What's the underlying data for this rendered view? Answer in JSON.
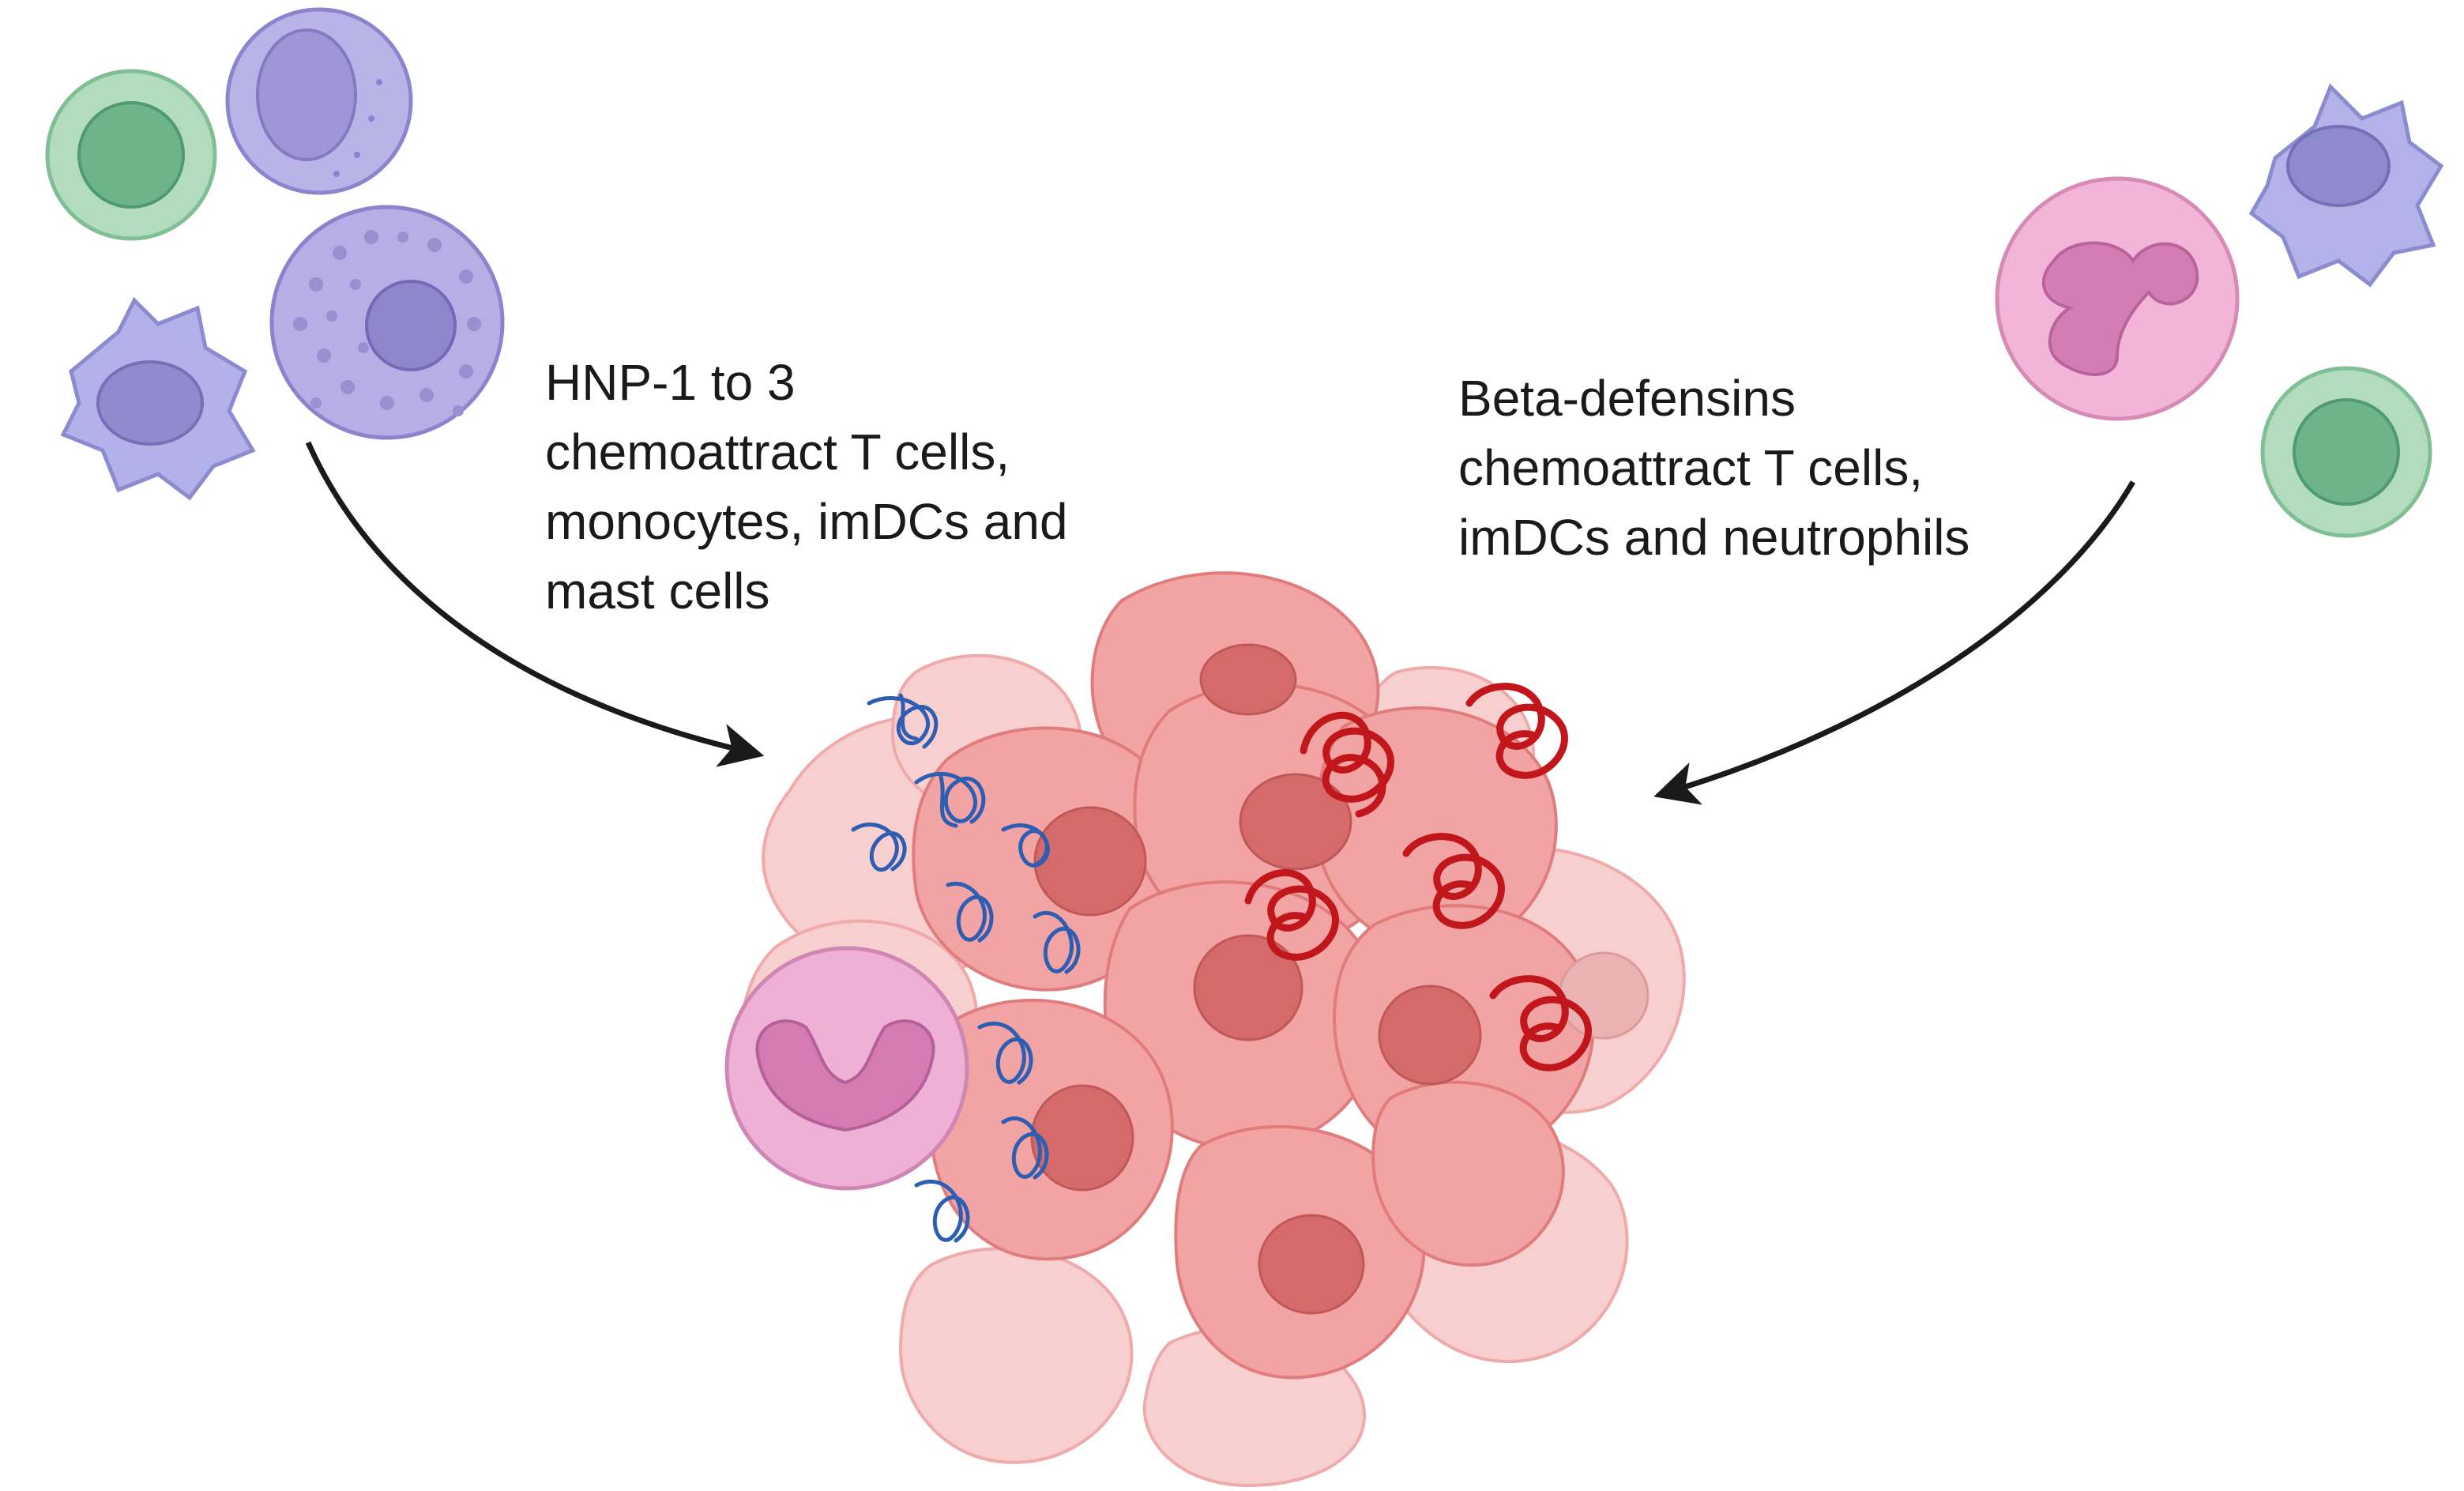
{
  "left_caption": {
    "lines": [
      "HNP-1 to 3",
      "chemoattract T cells,",
      "monocytes, imDCs and",
      "mast cells"
    ]
  },
  "right_caption": {
    "lines": [
      "Beta-defensins",
      "chemoattract T cells,",
      "imDCs and neutrophils"
    ]
  },
  "colors": {
    "t_cell_outer": "#a9d7b4",
    "t_cell_inner": "#6db48a",
    "monocyte": "#b4b0e6",
    "monocyte_nucleus": "#9c8fd4",
    "mast_cell": "#b7aee4",
    "dendritic_cell": "#b2b1ea",
    "neutrophil": "#f2b2d6",
    "neutrophil_nucleus": "#d77ab4",
    "tumor_cell": "#f2a0a0",
    "tumor_cell_light": "#f8cccc",
    "tumor_nucleus": "#d56c6c",
    "hnp_peptide": "#2f5fb0",
    "beta_defensin": "#c4161c",
    "arrow": "#1a1a1a"
  },
  "icons": [
    "t-cell-icon",
    "monocyte-icon",
    "mast-cell-icon",
    "dendritic-cell-icon",
    "neutrophil-icon",
    "tumor-cell-icon",
    "hnp-peptide-icon",
    "beta-defensin-icon"
  ]
}
